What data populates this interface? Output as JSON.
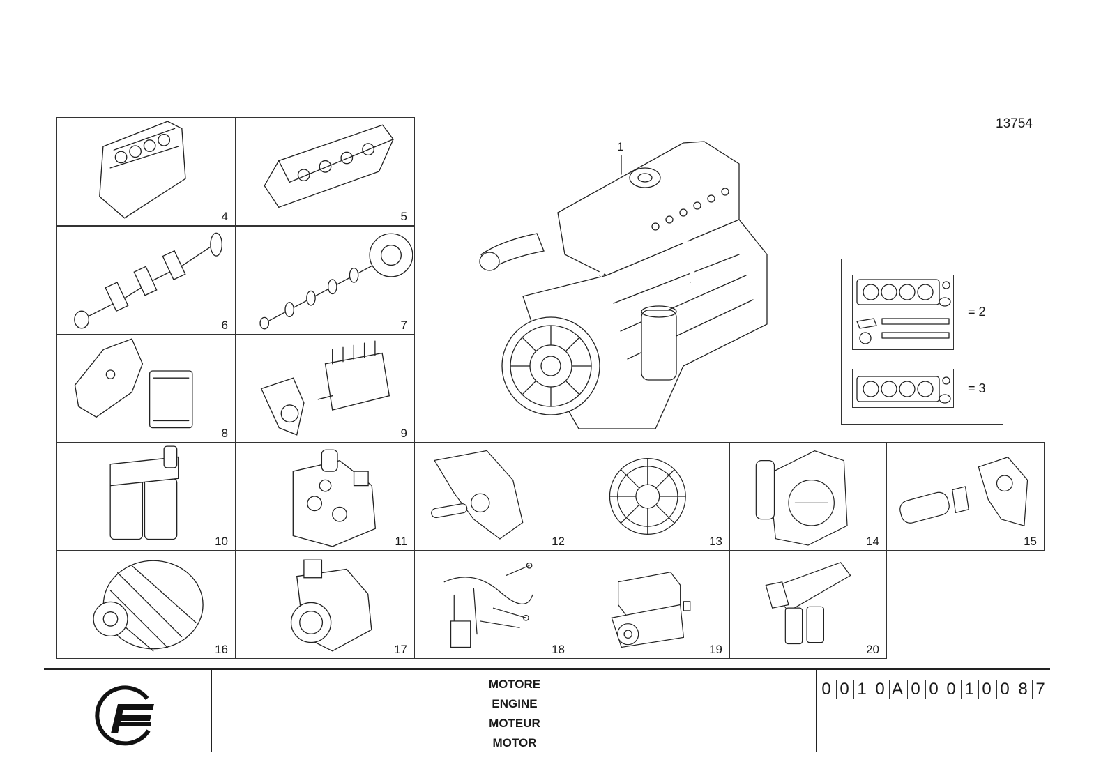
{
  "reference_number": "13754",
  "main_callout": "1",
  "gasket_sets": [
    {
      "label": "= 2"
    },
    {
      "label": "= 3"
    }
  ],
  "parts": [
    {
      "number": "4",
      "icon": "engine-block-icon"
    },
    {
      "number": "5",
      "icon": "cylinder-head-icon"
    },
    {
      "number": "6",
      "icon": "crankshaft-icon"
    },
    {
      "number": "7",
      "icon": "camshaft-icon"
    },
    {
      "number": "8",
      "icon": "ecu-bracket-icon"
    },
    {
      "number": "9",
      "icon": "injection-pump-icon"
    },
    {
      "number": "10",
      "icon": "fuel-filter-icon"
    },
    {
      "number": "11",
      "icon": "water-pump-icon"
    },
    {
      "number": "12",
      "icon": "oil-pump-icon"
    },
    {
      "number": "13",
      "icon": "fan-icon"
    },
    {
      "number": "14",
      "icon": "flywheel-housing-icon"
    },
    {
      "number": "15",
      "icon": "starter-motor-icon"
    },
    {
      "number": "16",
      "icon": "alternator-icon"
    },
    {
      "number": "17",
      "icon": "turbocharger-icon"
    },
    {
      "number": "18",
      "icon": "wiring-harness-icon"
    },
    {
      "number": "19",
      "icon": "air-compressor-icon"
    },
    {
      "number": "20",
      "icon": "oil-filter-module-icon"
    }
  ],
  "title_block": {
    "titles": [
      "MOTORE",
      "ENGINE",
      "MOTEUR",
      "MOTOR"
    ],
    "code": [
      "0",
      "0",
      "1",
      "0",
      "A",
      "0",
      "0",
      "0",
      "1",
      "0",
      "0",
      "8",
      "7"
    ]
  }
}
